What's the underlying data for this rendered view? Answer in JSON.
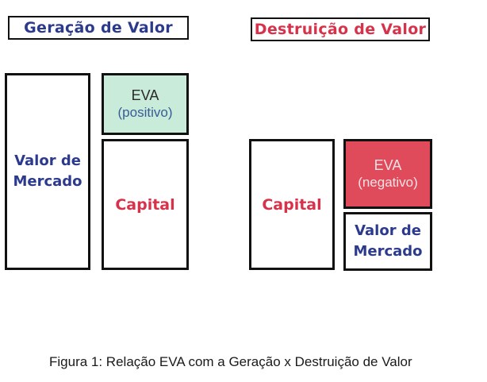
{
  "left_diagram": {
    "title": "Geração de Valor",
    "market_value": [
      "Valor de",
      "Mercado"
    ],
    "eva": "EVA",
    "eva_sign": "(positivo)",
    "capital": "Capital"
  },
  "right_diagram": {
    "title": "Destruição de Valor",
    "capital": "Capital",
    "eva": "EVA",
    "eva_sign": "(negativo)",
    "market_value": [
      "Valor de",
      "Mercado"
    ]
  },
  "caption": "Figura 1: Relação EVA com a Geração x  Destruição de Valor",
  "colors": {
    "title_blue": "#2b3a8c",
    "title_red": "#d8324a",
    "eva_positive_fill": "#c8ecd9",
    "eva_negative_fill": "#e04b5c"
  }
}
